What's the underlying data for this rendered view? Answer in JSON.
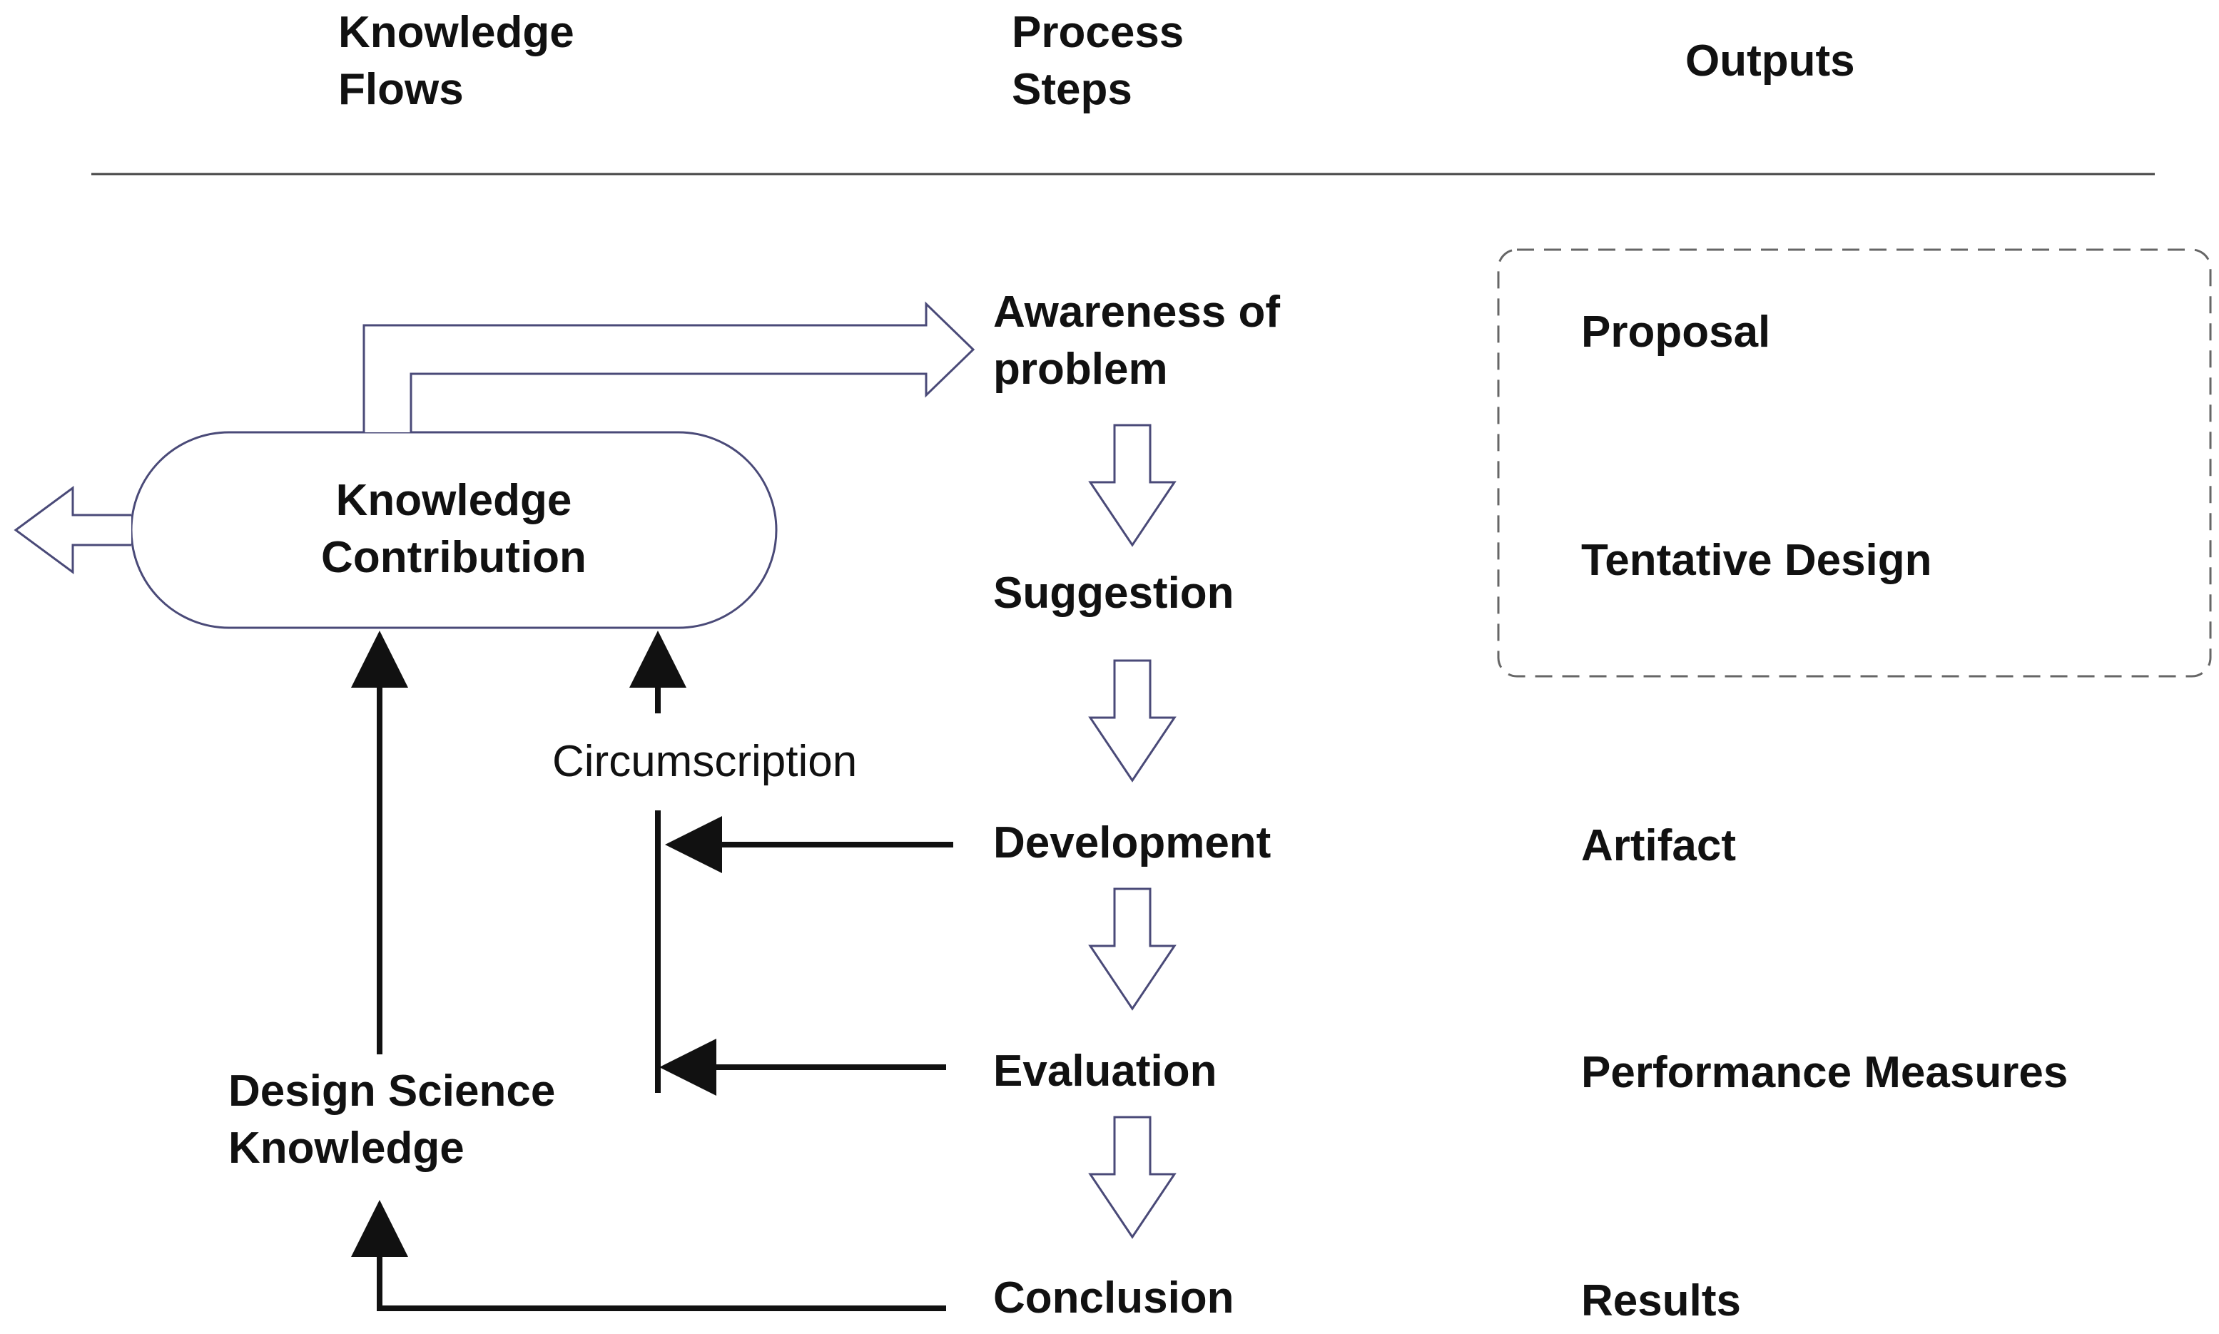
{
  "headers": {
    "knowledge_flows": "Knowledge\nFlows",
    "process_steps": "Process\nSteps",
    "outputs": "Outputs"
  },
  "knowledge_contribution": "Knowledge\nContribution",
  "design_science_knowledge": "Design Science\nKnowledge",
  "circumscription": "Circumscription",
  "process_steps": [
    "Awareness of\nproblem",
    "Suggestion",
    "Development",
    "Evaluation",
    "Conclusion"
  ],
  "outputs": [
    "Proposal",
    "Tentative Design",
    "Artifact",
    "Performance Measures",
    "Results"
  ],
  "colors": {
    "outline": "#4a4a78",
    "arrow": "#111111",
    "text": "#111111",
    "dashed_box": "#666666"
  }
}
